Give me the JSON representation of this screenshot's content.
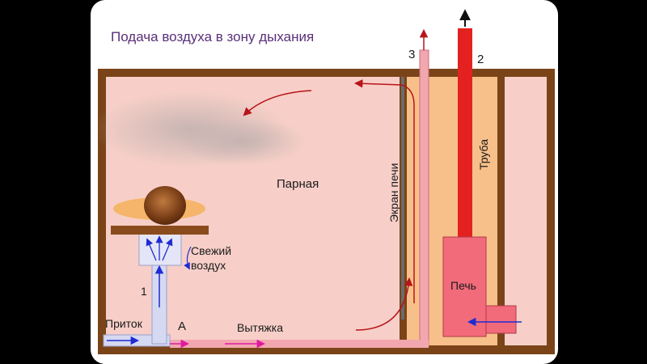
{
  "title": "Подача воздуха в зону дыхания",
  "labels": {
    "steam_room": "Парная",
    "fresh_air_1": "Свежий",
    "fresh_air_2": "воздух",
    "inflow": "Приток",
    "exhaust": "Вытяжка",
    "stove_screen": "Экран печи",
    "pipe": "Труба",
    "stove": "Печь",
    "mark_1": "1",
    "mark_2": "2",
    "mark_3": "3",
    "mark_a": "А"
  },
  "colors": {
    "wall": "#7a4418",
    "room": "#f7cfc8",
    "screen_zone": "#f7c08a",
    "chimney": "#e42121",
    "stove": "#f26b7b",
    "duct": "#d6d9f2",
    "exhaust_duct": "#f2a7b0",
    "arrow_red": "#b8141a",
    "arrow_blue": "#1f2bd1",
    "arrow_magenta": "#e01aa0"
  }
}
